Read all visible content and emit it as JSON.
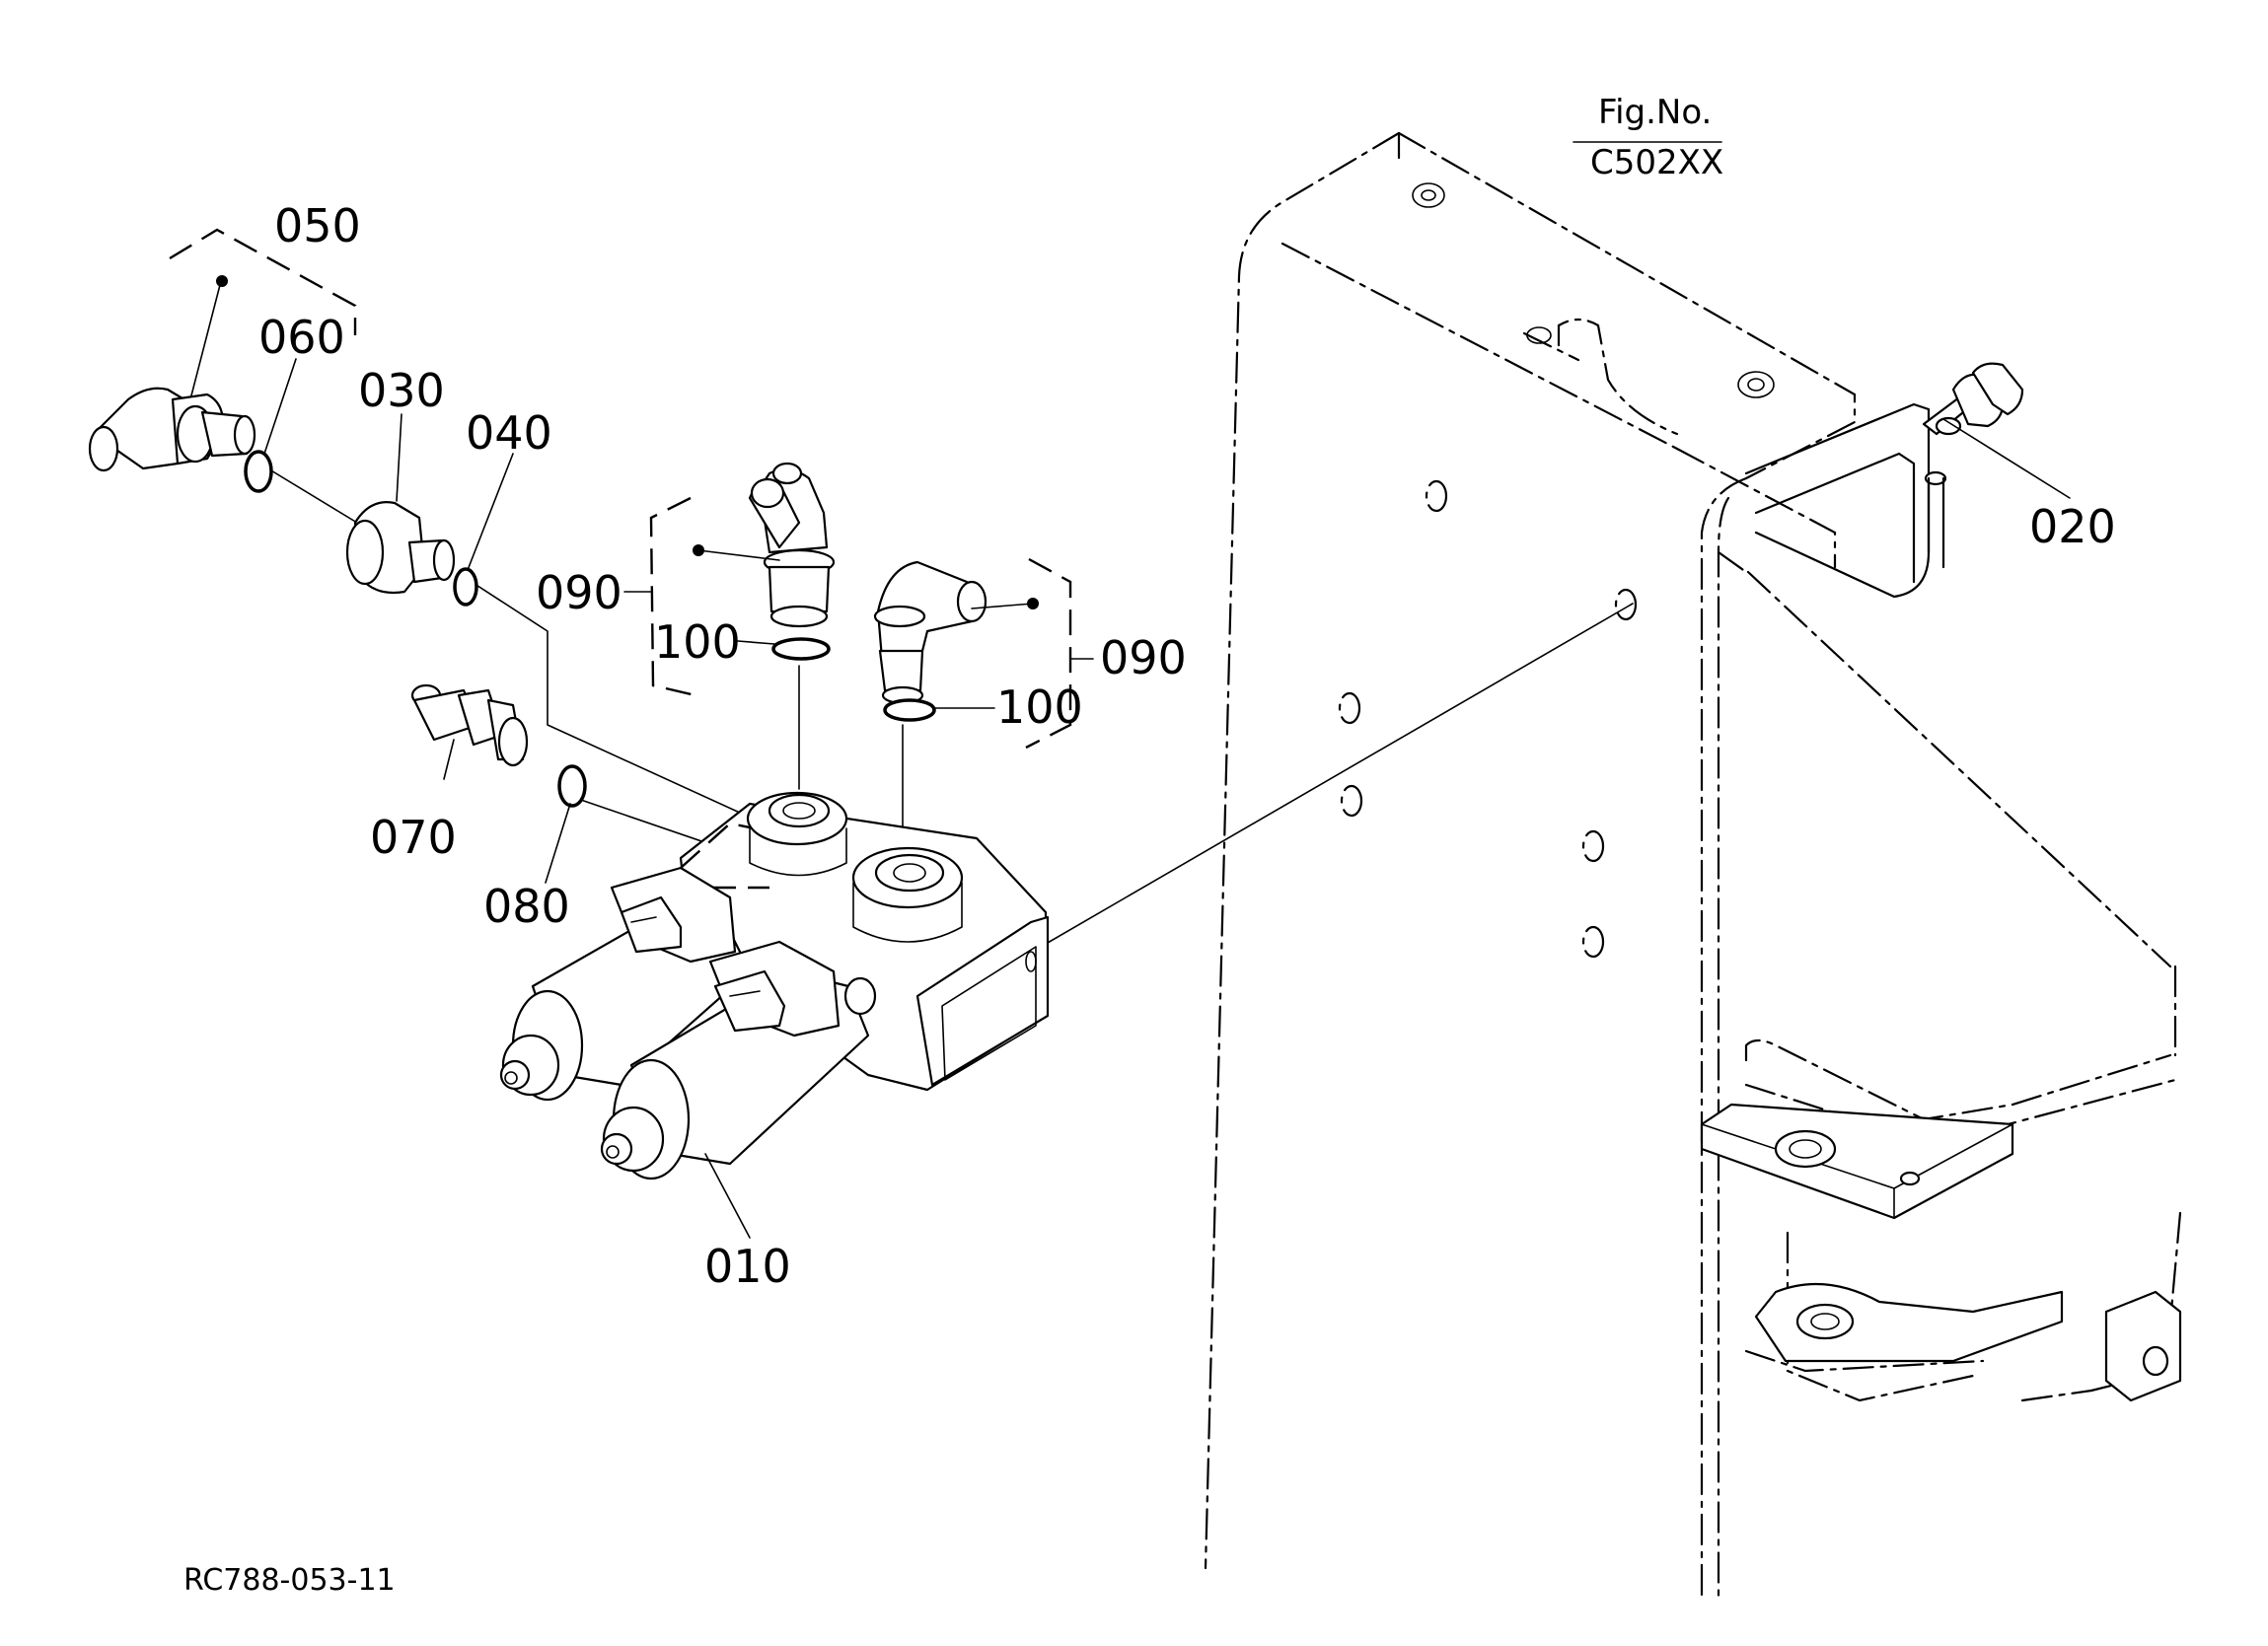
{
  "figure": {
    "fig_no_label": "Fig.No.",
    "fig_no_value": "C502XX"
  },
  "callouts": {
    "p010": "010",
    "p020": "020",
    "p030": "030",
    "p040": "040",
    "p050": "050",
    "p060": "060",
    "p070": "070",
    "p080": "080",
    "p090a": "090",
    "p090b": "090",
    "p100a": "100",
    "p100b": "100"
  },
  "drawing_code": "RC788-053-11"
}
